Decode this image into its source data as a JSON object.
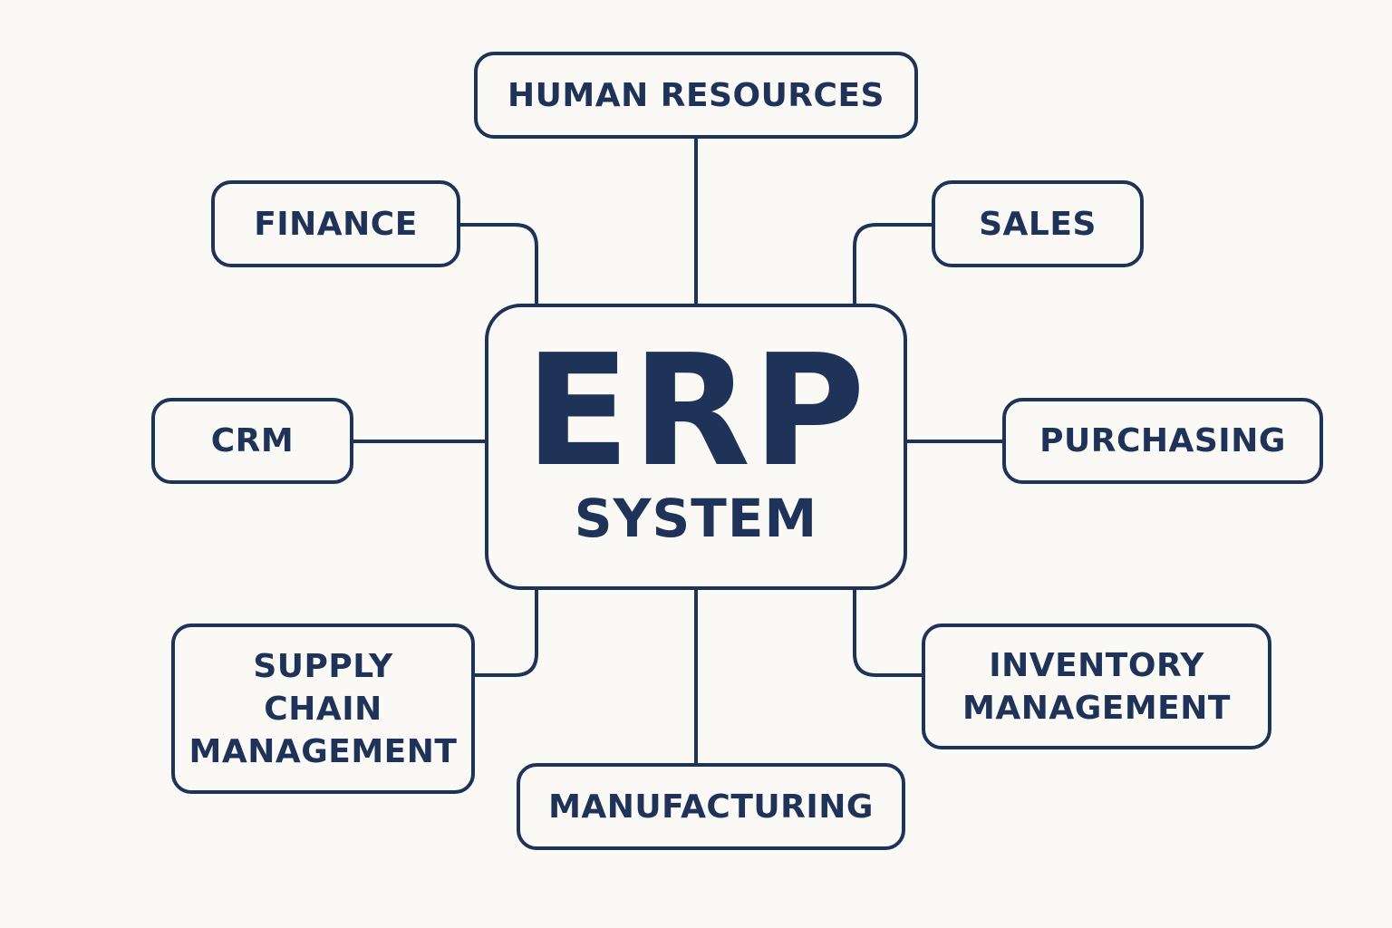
{
  "center": {
    "title": "ERP",
    "subtitle": "SYSTEM"
  },
  "modules": {
    "hr": "HUMAN RESOURCES",
    "finance": "FINANCE",
    "sales": "SALES",
    "crm": "CRM",
    "purchasing": "PURCHASING",
    "supply_chain": [
      "SUPPLY",
      "CHAIN",
      "MANAGEMENT"
    ],
    "inventory": [
      "INVENTORY",
      "MANAGEMENT"
    ],
    "manufacturing": "MANUFACTURING"
  },
  "colors": {
    "stroke": "#1f3358",
    "background": "#fbf9f6"
  }
}
